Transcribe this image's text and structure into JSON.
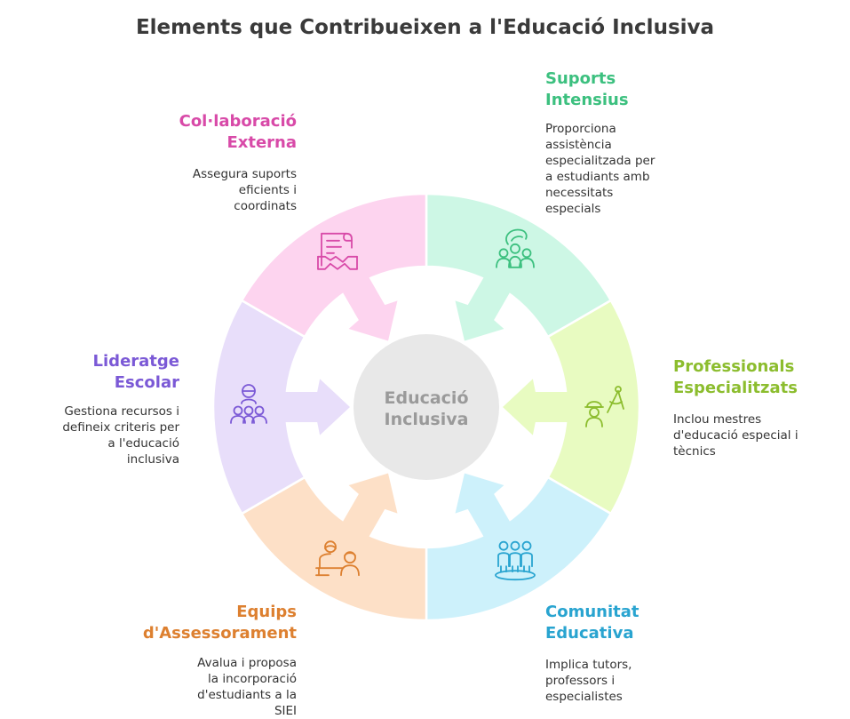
{
  "title": "Elements que Contribueixen a l'Educació Inclusiva",
  "center": {
    "line1": "Educació",
    "line2": "Inclusiva"
  },
  "colors": {
    "center_fill": "#e8e8e8",
    "center_text": "#9a9a9a"
  },
  "segments": [
    {
      "id": "suports",
      "title_lines": [
        "Suports",
        "Intensius"
      ],
      "desc_lines": [
        "Proporciona",
        "assistència",
        "especialitzada per",
        "a estudiants amb",
        "necessitats",
        "especials"
      ],
      "fill": "#cdf7e5",
      "accent": "#3cc07f",
      "icon": "supported-group-icon"
    },
    {
      "id": "professionals",
      "title_lines": [
        "Professionals",
        "Especialitzats"
      ],
      "desc_lines": [
        "Inclou mestres",
        "d'educació especial i",
        "tècnics"
      ],
      "fill": "#e8fbc1",
      "accent": "#8cbd2e",
      "icon": "engineer-compass-icon"
    },
    {
      "id": "comunitat",
      "title_lines": [
        "Comunitat",
        "Educativa"
      ],
      "desc_lines": [
        "Implica tutors,",
        "professors i",
        "especialistes"
      ],
      "fill": "#cdf1fb",
      "accent": "#29a4d0",
      "icon": "community-people-icon"
    },
    {
      "id": "equips",
      "title_lines": [
        "Equips",
        "d'Assessorament"
      ],
      "desc_lines": [
        "Avalua i proposa",
        "la incorporació",
        "d'estudiants a la",
        "SIEI"
      ],
      "fill": "#fde0c7",
      "accent": "#dd8030",
      "icon": "advisor-desk-icon"
    },
    {
      "id": "lideratge",
      "title_lines": [
        "Lideratge",
        "Escolar"
      ],
      "desc_lines": [
        "Gestiona recursos i",
        "defineix criteris per",
        "a l'educació",
        "inclusiva"
      ],
      "fill": "#e8defa",
      "accent": "#7b59d6",
      "icon": "leader-group-icon"
    },
    {
      "id": "collaboracio",
      "title_lines": [
        "Col·laboració",
        "Externa"
      ],
      "desc_lines": [
        "Assegura suports",
        "eficients i",
        "coordinats"
      ],
      "fill": "#fdd4ef",
      "accent": "#d84aa8",
      "icon": "agreement-handshake-icon"
    }
  ]
}
